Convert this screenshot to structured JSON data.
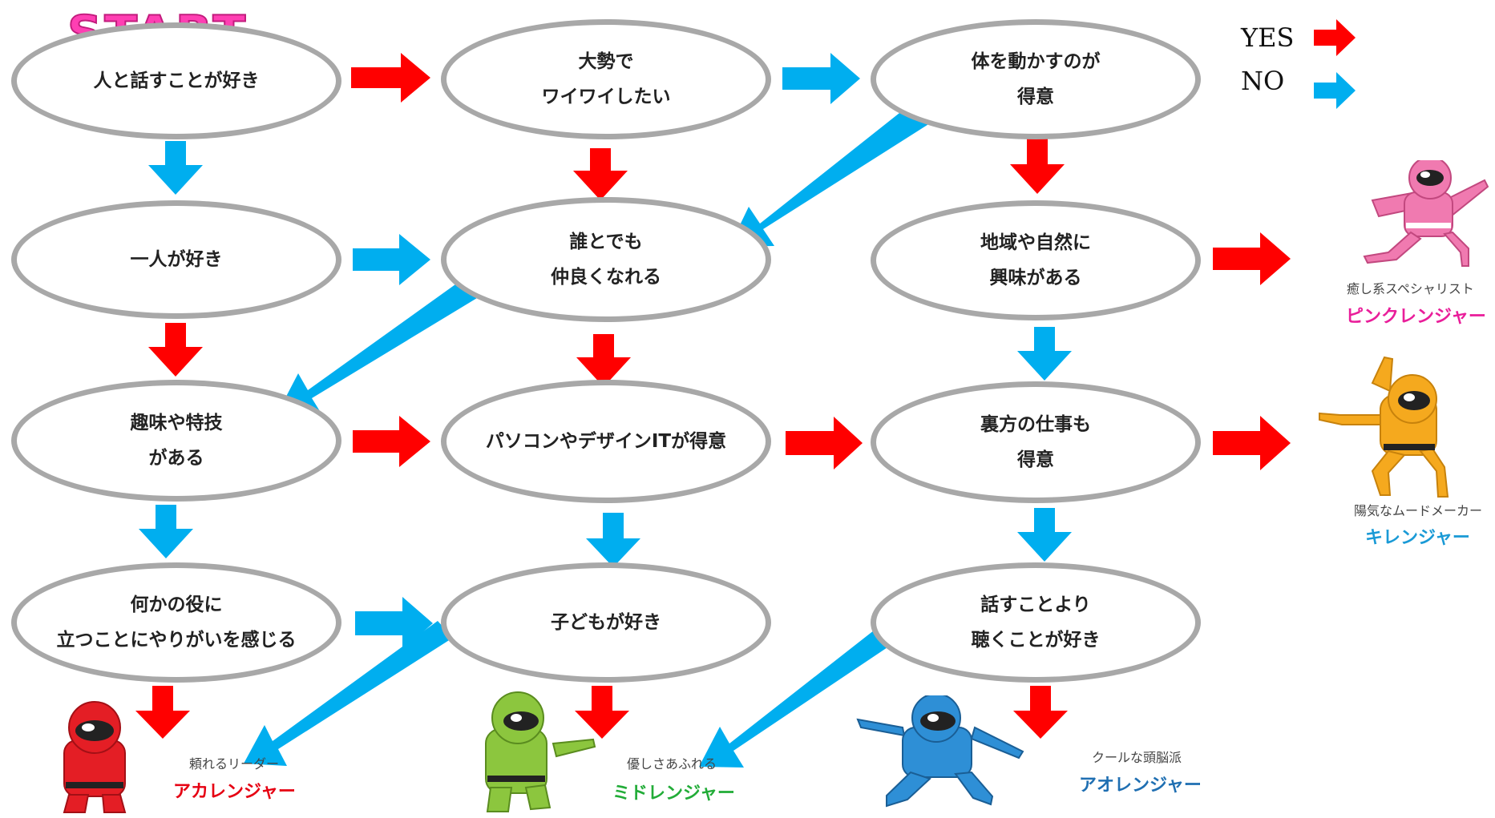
{
  "start_label": "START",
  "legend": {
    "yes_label": "YES",
    "no_label": "NO",
    "yes_color": "#ff0000",
    "no_color": "#00aeef"
  },
  "nodes": [
    {
      "id": "n1",
      "lines": [
        "人と話すことが好き"
      ]
    },
    {
      "id": "n2",
      "lines": [
        "大勢で",
        "ワイワイしたい"
      ]
    },
    {
      "id": "n3",
      "lines": [
        "体を動かすのが",
        "得意"
      ]
    },
    {
      "id": "n4",
      "lines": [
        "一人が好き"
      ]
    },
    {
      "id": "n5",
      "lines": [
        "誰とでも",
        "仲良くなれる"
      ]
    },
    {
      "id": "n6",
      "lines": [
        "地域や自然に",
        "興味がある"
      ]
    },
    {
      "id": "n7",
      "lines": [
        "趣味や特技",
        "がある"
      ]
    },
    {
      "id": "n8",
      "lines": [
        "パソコンやデザインITが得意"
      ]
    },
    {
      "id": "n9",
      "lines": [
        "裏方の仕事も",
        "得意"
      ]
    },
    {
      "id": "n10",
      "lines": [
        "何かの役に",
        "立つことにやりがいを感じる"
      ]
    },
    {
      "id": "n11",
      "lines": [
        "子どもが好き"
      ]
    },
    {
      "id": "n12",
      "lines": [
        "話すことより",
        "聴くことが好き"
      ]
    }
  ],
  "outcomes": [
    {
      "id": "pink",
      "caption": "癒し系スペシャリスト",
      "name": "ピンクレンジャー",
      "color": "#e91e9a",
      "icon": "pink-ranger-icon"
    },
    {
      "id": "yellow",
      "caption": "陽気なムードメーカー",
      "name": "キレンジャー",
      "color": "#1a9ad6",
      "icon": "yellow-ranger-icon"
    },
    {
      "id": "red",
      "caption": "頼れるリーダー",
      "name": "アカレンジャー",
      "color": "#e60012",
      "icon": "red-ranger-icon"
    },
    {
      "id": "green",
      "caption": "優しさあふれる",
      "name": "ミドレンジャー",
      "color": "#22ac38",
      "icon": "green-ranger-icon"
    },
    {
      "id": "blue",
      "caption": "クールな頭脳派",
      "name": "アオレンジャー",
      "color": "#1f6fb2",
      "icon": "blue-ranger-icon"
    }
  ]
}
